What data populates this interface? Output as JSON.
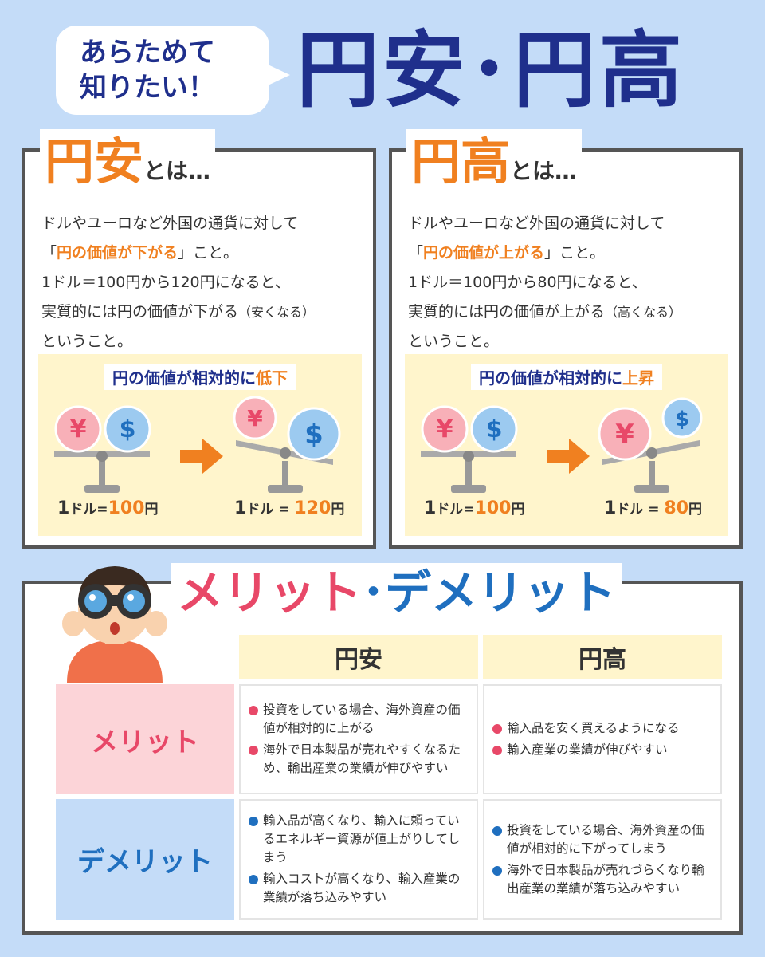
{
  "header": {
    "bubble_line1": "あらためて",
    "bubble_line2": "知りたい！",
    "title": "円安･円高"
  },
  "yen_weak": {
    "heading": "円安",
    "heading_suffix": "とは…",
    "line1": "ドルやユーロなど外国の通貨に対して",
    "line2_open": "「",
    "line2_highlight": "円の価値が下がる",
    "line2_close": "」こと。",
    "line3": "1ドル＝100円から120円になると、",
    "line4": "実質的には円の価値が下がる",
    "line4_small": "（安くなる）",
    "line5": "ということ。",
    "illus_title": "円の価値が相対的に",
    "illus_title_em": "低下",
    "before_prefix": "1",
    "before_label": "ドル=",
    "before_value": "100",
    "before_unit": "円",
    "after_prefix": "1",
    "after_label": "ドル = ",
    "after_value": "120",
    "after_unit": "円"
  },
  "yen_strong": {
    "heading": "円高",
    "heading_suffix": "とは…",
    "line1": "ドルやユーロなど外国の通貨に対して",
    "line2_open": "「",
    "line2_highlight": "円の価値が上がる",
    "line2_close": "」こと。",
    "line3": "1ドル＝100円から80円になると、",
    "line4": "実質的には円の価値が上がる",
    "line4_small": "（高くなる）",
    "line5": "ということ。",
    "illus_title": "円の価値が相対的に",
    "illus_title_em": "上昇",
    "before_prefix": "1",
    "before_label": "ドル=",
    "before_value": "100",
    "before_unit": "円",
    "after_prefix": "1",
    "after_label": "ドル = ",
    "after_value": "80",
    "after_unit": "円"
  },
  "merits": {
    "title_m": "メリット",
    "title_dot": "･",
    "title_d": "デメリット",
    "col_weak": "円安",
    "col_strong": "円高",
    "row_merit": "メリット",
    "row_demerit": "デメリット",
    "merit_weak": [
      "投資をしている場合、海外資産の価値が相対的に上がる",
      "海外で日本製品が売れやすくなるため、輸出産業の業績が伸びやすい"
    ],
    "merit_strong": [
      "輸入品を安く買えるようになる",
      "輸入産業の業績が伸びやすい"
    ],
    "demerit_weak": [
      "輸入品が高くなり、輸入に頼っているエネルギー資源が値上がりしてしまう",
      "輸入コストが高くなり、輸入産業の業績が落ち込みやすい"
    ],
    "demerit_strong": [
      "投資をしている場合、海外資産の価値が相対的に下がってしまう",
      "海外で日本製品が売れづらくなり輸出産業の業績が落ち込みやすい"
    ]
  },
  "colors": {
    "navy": "#1f2f8c",
    "orange": "#f08020",
    "pink": "#e84868",
    "blue": "#1f6fbf"
  }
}
